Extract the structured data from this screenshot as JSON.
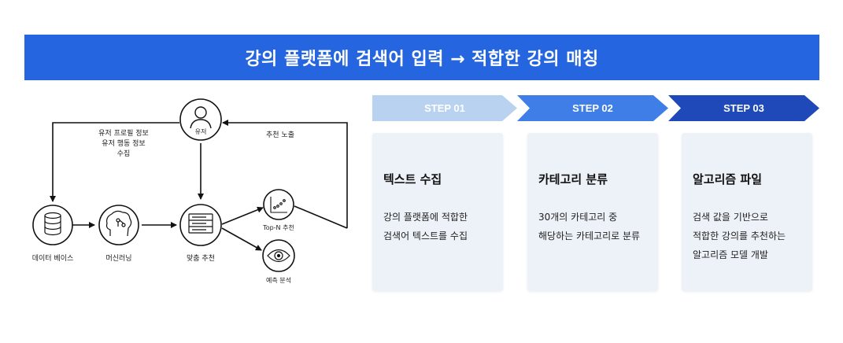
{
  "banner": {
    "title": "강의 플랫폼에 검색어 입력 → 적합한 강의 매칭"
  },
  "diagram": {
    "nodes": {
      "user": "유저",
      "database": "데이터 베이스",
      "ml": "머신러닝",
      "custom": "맞춤 추천",
      "topn": "Top-N 추천",
      "predict": "예측 분석"
    },
    "edges": {
      "collect": [
        "유저 프로필 정보",
        "유저 행동 정보",
        "수집"
      ],
      "expose": "추천 노출"
    }
  },
  "steps": [
    {
      "label": "STEP 01",
      "title": "텍스트 수집",
      "body": "강의 플랫폼에 적합한\n검색어 텍스트를 수집"
    },
    {
      "label": "STEP 02",
      "title": "카테고리 분류",
      "body": "30개의 카테고리 중\n해당하는 카테고리로 분류"
    },
    {
      "label": "STEP 03",
      "title": "알고리즘 파일",
      "body": "검색 값을 기반으로\n적합한 강의를 추천하는\n알고리즘 모델 개발"
    }
  ],
  "colors": {
    "banner": "#2566e0",
    "step1": "#b9d2ef",
    "step2": "#3f7ee6",
    "step3": "#1f49b8",
    "card": "#edf2f8"
  },
  "icons": {
    "user": "user-icon",
    "database": "database-icon",
    "ml": "brain-icon",
    "custom": "server-icon",
    "topn": "scatter-chart-icon",
    "predict": "eye-icon"
  }
}
